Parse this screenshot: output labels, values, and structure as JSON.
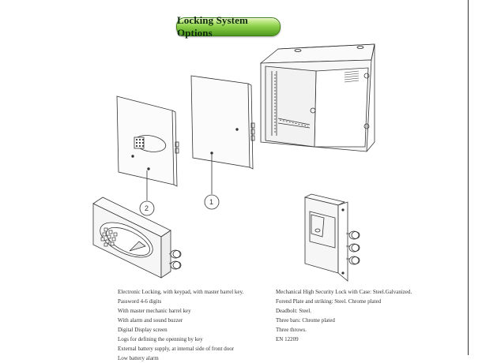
{
  "header": {
    "title": "Locking System Options"
  },
  "callouts": {
    "one": "1",
    "two": "2"
  },
  "electronic_lock": {
    "features": [
      "Electronic Locking, with keypad, with master barrel key.",
      "Password 4-6 digits",
      "With master mechanic barrel key",
      "With alarm and sound buzzer",
      "Digital Display screen",
      "Logs for defining the openning by key",
      "External battery supply, at internal side of front door",
      "Low battery alarm"
    ]
  },
  "mechanical_lock": {
    "features": [
      "Mechanical High Security Lock with Case: Steel.Galvanized.",
      "Forend Plate and striking: Steel. Chrome plated",
      "Deadbolt: Steel.",
      "Three bars: Chrome plated",
      "Three throws.",
      "EN 12209"
    ]
  },
  "colors": {
    "title_badge": "#6cbf35",
    "line_art": "#333333"
  }
}
